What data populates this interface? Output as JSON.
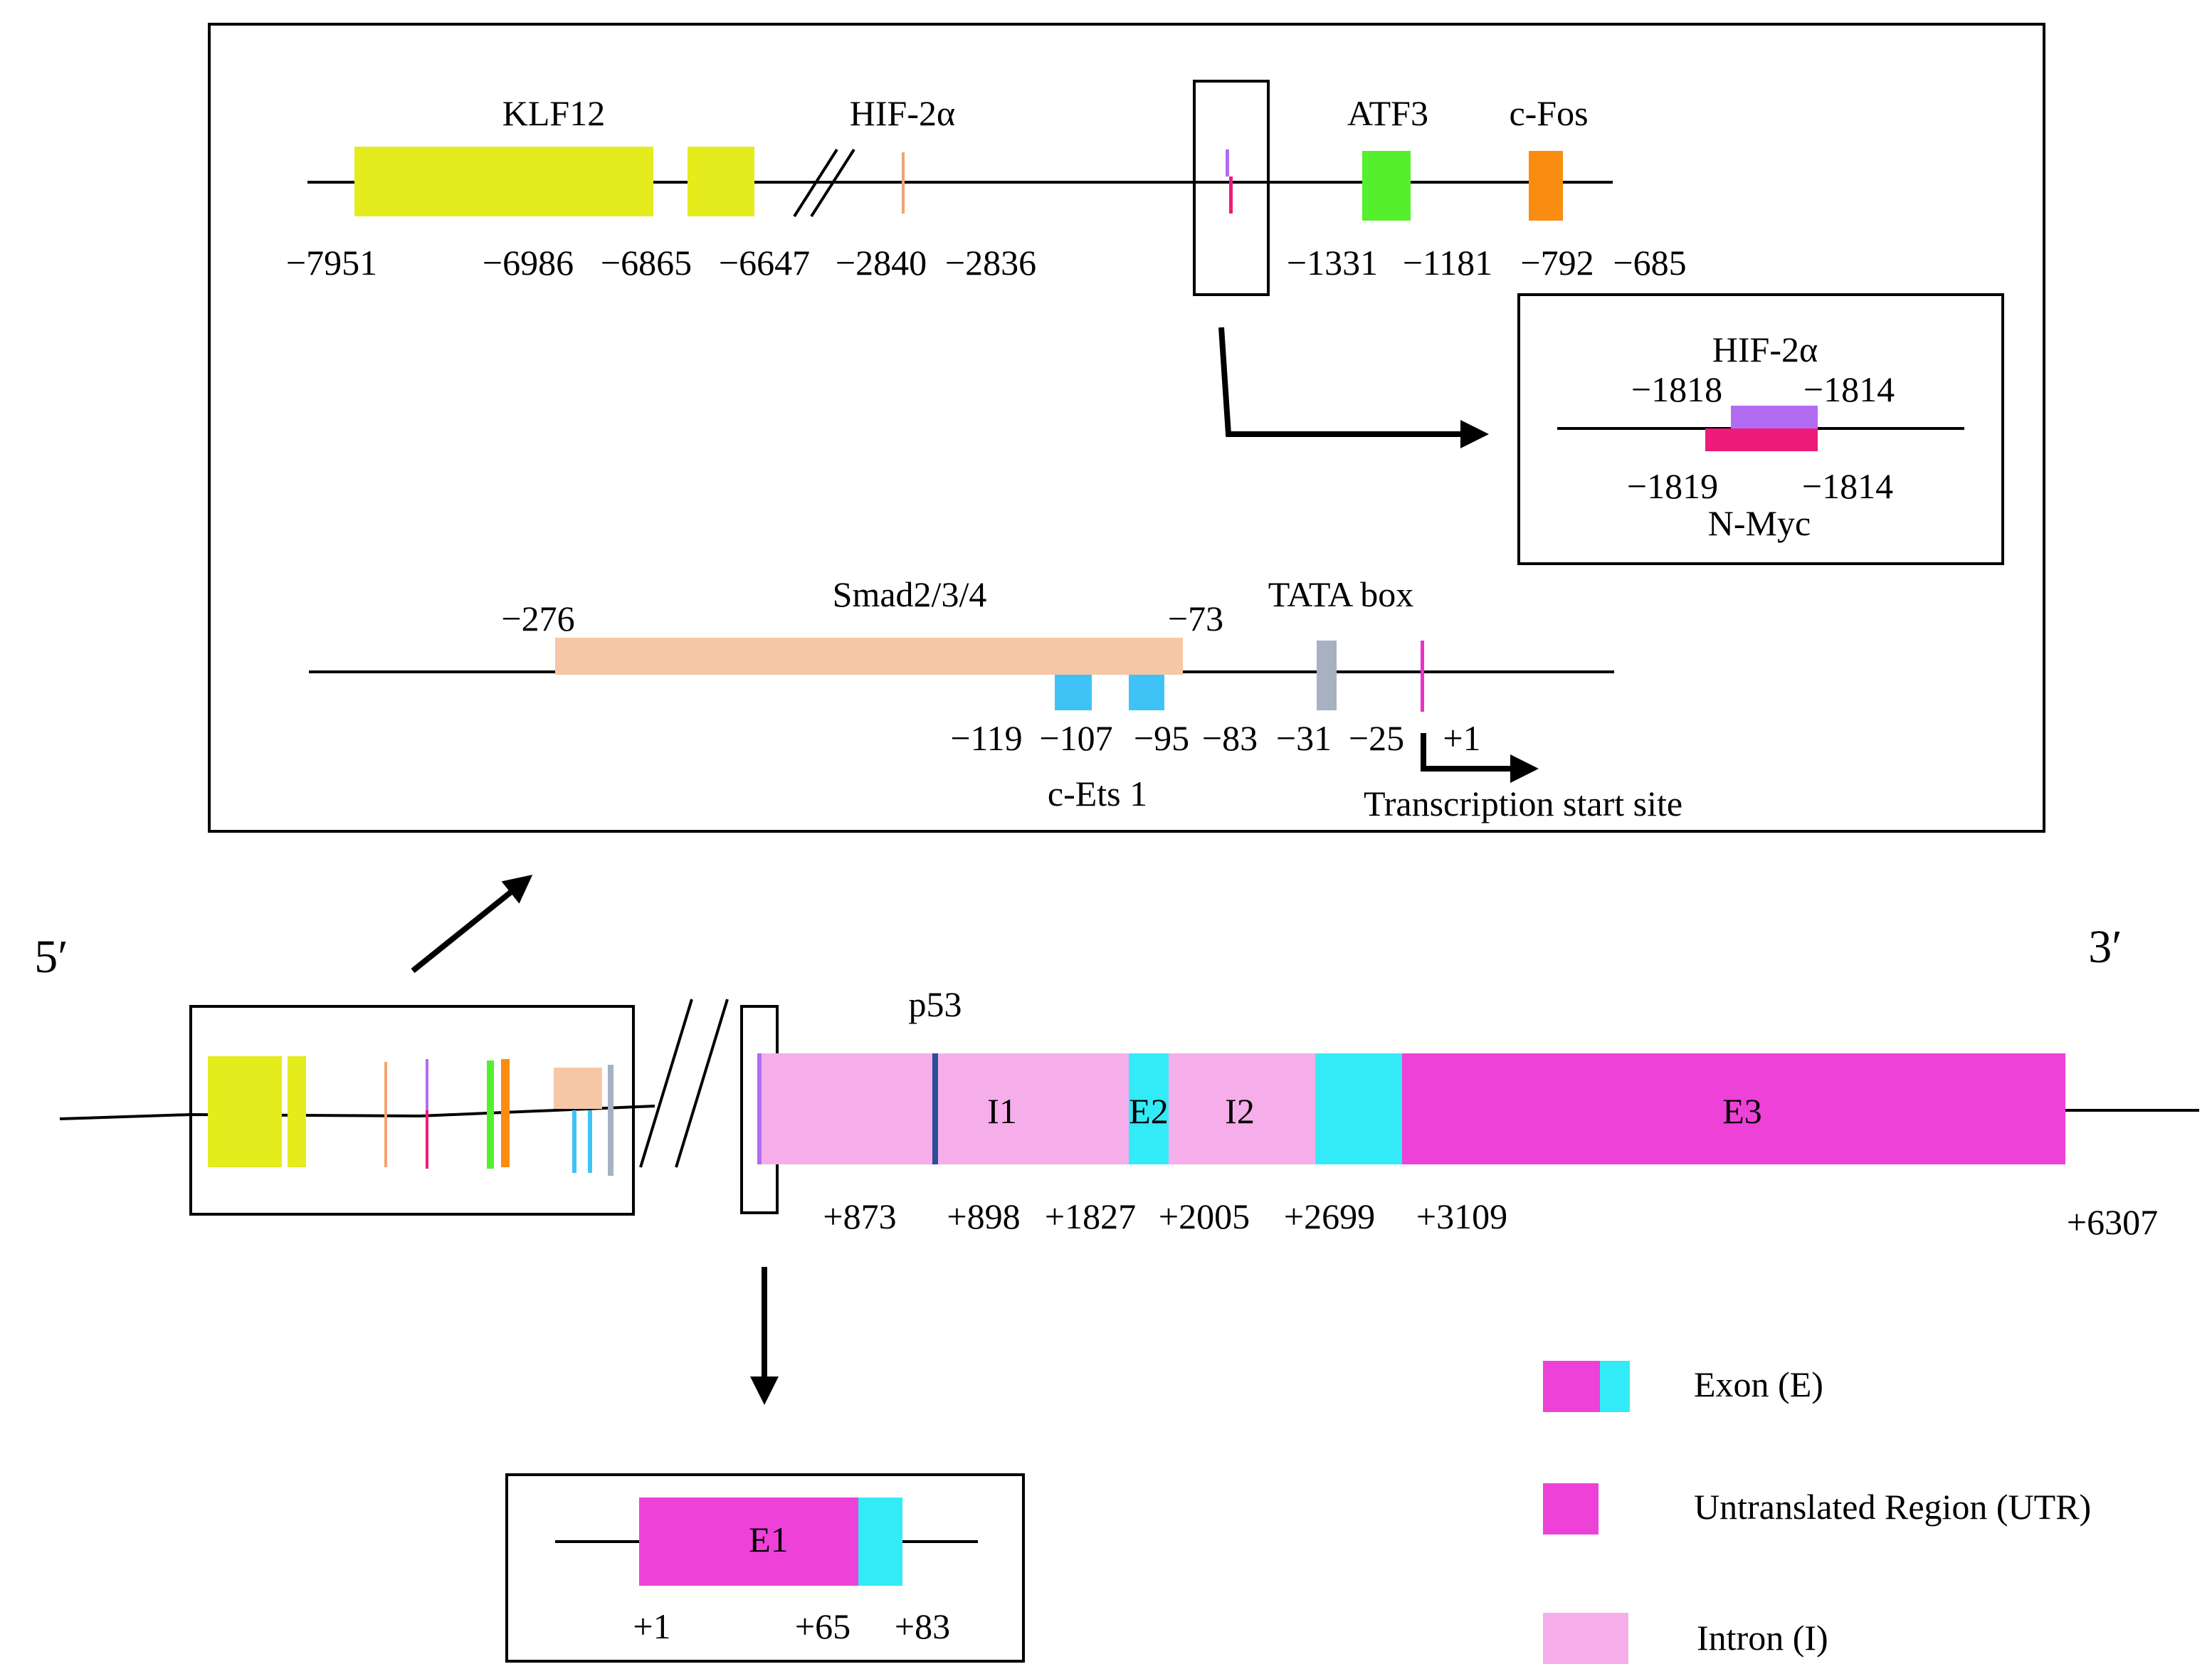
{
  "colors": {
    "klf12": "#e4ec1e",
    "hif2a_site": "#f4a273",
    "hif2a_box": "#b26cf2",
    "nmyc": "#ee1b7a",
    "atf3": "#56ef2e",
    "cfos": "#fb8c12",
    "smad": "#f6c7a6",
    "cets": "#3fc3f7",
    "tata": "#a7b1c2",
    "tss_mark": "#ee2ec9",
    "utr": "#ee41d8",
    "exon_cds": "#33ebf7",
    "intron": "#f6aeea",
    "p53": "#2b4f9a",
    "line": "#000000"
  },
  "upstream_panel": {
    "row1": {
      "klf12_label": "KLF12",
      "hif2a_label": "HIF-2α",
      "atf3_label": "ATF3",
      "cfos_label": "c-Fos",
      "positions": [
        "−7951",
        "−6986",
        "−6865",
        "−6647",
        "−2840",
        "−2836",
        "−1331",
        "−1181",
        "−792",
        "−685"
      ]
    },
    "inset": {
      "hif2a_label": "HIF-2α",
      "top_left": "−1818",
      "top_right": "−1814",
      "bottom_left": "−1819",
      "bottom_right": "−1814",
      "nmyc_label": "N-Myc"
    },
    "row2": {
      "smad_label": "Smad2/3/4",
      "smad_start": "−276",
      "smad_end": "−73",
      "tata_label": "TATA box",
      "positions": [
        "−119",
        "−107",
        "−95",
        "−83",
        "−31",
        "−25",
        "+1"
      ],
      "cets_label": "c-Ets 1",
      "tss_label": "Transcription start site"
    }
  },
  "gene": {
    "five_prime": "5′",
    "three_prime": "3′",
    "p53_label": "p53",
    "segments": {
      "i1": "I1",
      "e2": "E2",
      "i2": "I2",
      "e3": "E3"
    },
    "positions": [
      "+873",
      "+898",
      "+1827",
      "+2005",
      "+2699",
      "+3109",
      "+6307"
    ]
  },
  "exon1_panel": {
    "label": "E1",
    "positions": [
      "+1",
      "+65",
      "+83"
    ]
  },
  "legend": {
    "exon": "Exon (E)",
    "utr": "Untranslated Region (UTR)",
    "intron": "Intron (I)"
  }
}
